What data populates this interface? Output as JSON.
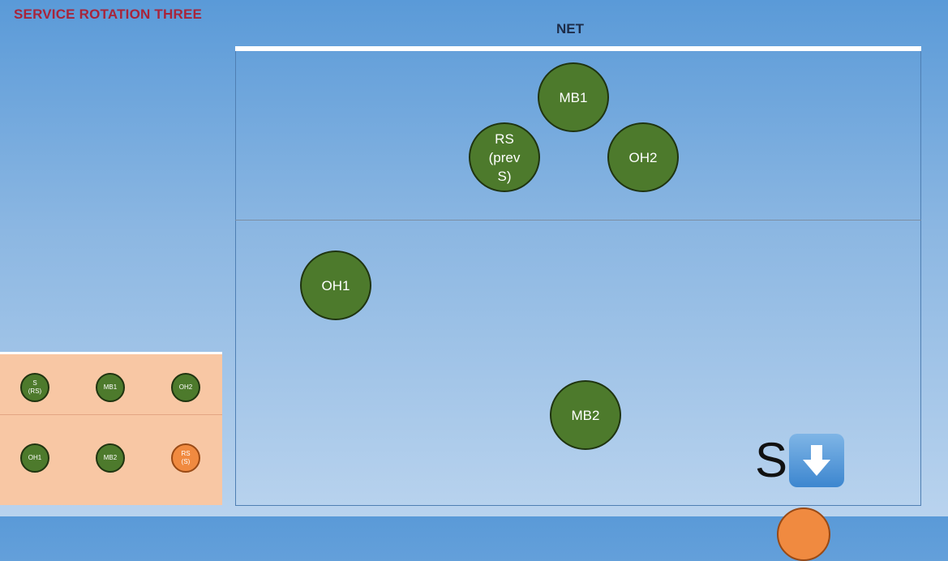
{
  "header": {
    "title": "SERVICE ROTATION THREE"
  },
  "court": {
    "net_label": "NET",
    "players": [
      {
        "id": "mb1",
        "lines": [
          "MB1"
        ]
      },
      {
        "id": "rs",
        "lines": [
          "RS",
          "(prev",
          "S)"
        ]
      },
      {
        "id": "oh2",
        "lines": [
          "OH2"
        ]
      },
      {
        "id": "oh1",
        "lines": [
          "OH1"
        ]
      },
      {
        "id": "mb2",
        "lines": [
          "MB2"
        ]
      }
    ]
  },
  "rotation_panel": {
    "positions": [
      {
        "id": "s-rs",
        "lines": [
          "S",
          "(RS)"
        ],
        "highlight": false
      },
      {
        "id": "mb1",
        "lines": [
          "MB1"
        ],
        "highlight": false
      },
      {
        "id": "oh2",
        "lines": [
          "OH2"
        ],
        "highlight": false
      },
      {
        "id": "oh1",
        "lines": [
          "OH1"
        ],
        "highlight": false
      },
      {
        "id": "mb2",
        "lines": [
          "MB2"
        ],
        "highlight": false
      },
      {
        "id": "rs-s",
        "lines": [
          "RS",
          "(S)"
        ],
        "highlight": true
      }
    ]
  },
  "server_marker": {
    "label": "S",
    "icon": "down-arrow-icon"
  },
  "colors": {
    "player_fill": "#4d7a2c",
    "server_fill": "#f08a40",
    "title": "#a8243a",
    "panel": "#f8c7a4"
  }
}
